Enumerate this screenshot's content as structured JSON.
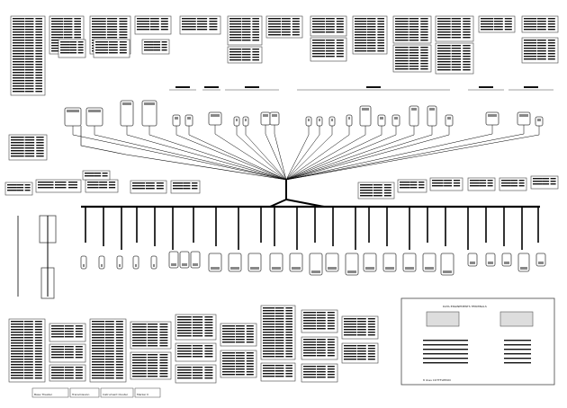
{
  "diagram": {
    "legend_box": {
      "title": "DATA ENGINEMENTS TERMINALS",
      "footer": "8 lines COTTFLEEON"
    },
    "bottom_labels": [
      "Base Theater",
      "Transmission",
      "Instrument Cluster",
      "Marker II"
    ],
    "colors": {
      "wire": "#000000",
      "line": "#444444",
      "box_fill": "#ffffff",
      "cell": "#111111"
    }
  }
}
